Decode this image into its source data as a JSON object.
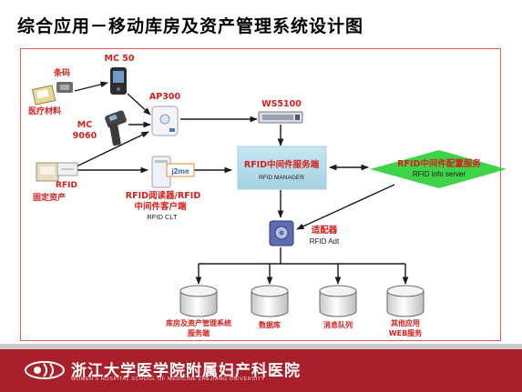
{
  "title": "综合应用－移动库房及资产管理系统设计图",
  "nodes": {
    "barcode": "条码",
    "medical": "医疗材料",
    "mc50": "MC 50",
    "mc9060_1": "MC",
    "mc9060_2": "9060",
    "ap300": "AP300",
    "ws5100": "WS5100",
    "rfid_tag": "RFID",
    "fixed_asset": "固定资产",
    "j2me": "j2me",
    "reader_1": "RFID阅读器/RFID",
    "reader_2": "中间件客户端",
    "reader_3": "RFID CLT",
    "mw_cn": "RFID中间件服务端",
    "mw_en": "RFID MANAGER",
    "cfg_cn": "RFID中间件配置服务",
    "cfg_en": "RFID info server",
    "adapter_cn": "适配器",
    "adapter_en": "RFID Adt",
    "db1_1": "库房及资产管理系统",
    "db1_2": "服务端",
    "db2": "数据库",
    "db3": "消息队列",
    "db4_1": "其他应用",
    "db4_2": "WEB服务"
  },
  "footer": {
    "title": "浙江大学医学院附属妇产科医院",
    "subtitle": "WOMEN'S HOSPITAL SCHOOL OF MEDICINE ZHEJIANG UNIVERSITY"
  },
  "colors": {
    "frame": "#e05a5a",
    "label_red": "#d4201c",
    "middleware_box": "#b4dbe9",
    "config_diamond": "#3fd34a",
    "footer": "#a8202a"
  }
}
